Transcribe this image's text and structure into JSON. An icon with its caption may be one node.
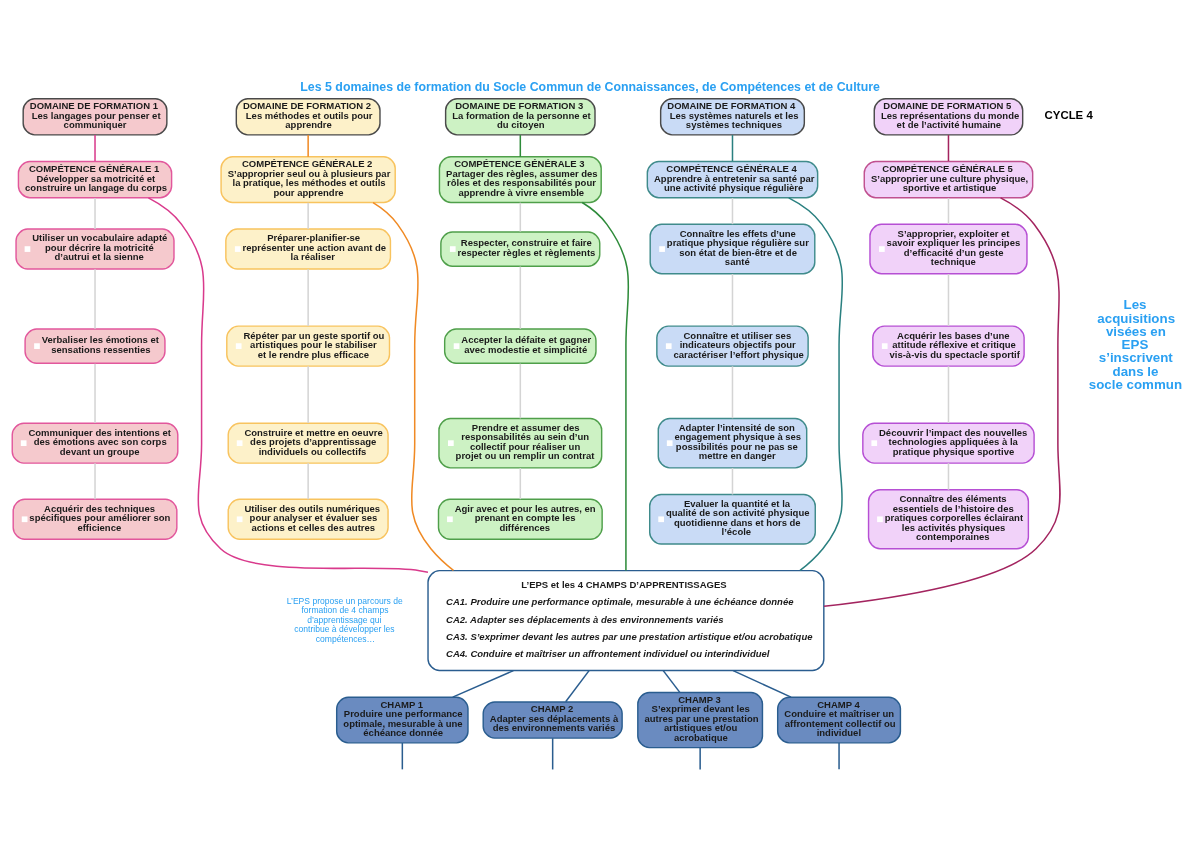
{
  "diagram": {
    "title": "Les 5 domaines de formation du Socle Commun de Connaissances, de Compétences et de Culture",
    "nodes": [
      {
        "text": [
          "DOMAINE DE FORMATION 1",
          "Les langages pour penser et communiquer"
        ]
      },
      {
        "text": [
          "COMPÉTENCE GÉNÉRALE 1",
          "Développer sa motricité et construire un langage du corps"
        ]
      },
      {
        "text": [
          "Utiliser un vocabulaire adapté pour décrire la motricité d’autrui et la sienne"
        ]
      },
      {
        "text": [
          "Verbaliser les émotions et sensations ressenties"
        ]
      },
      {
        "text": [
          "Communiquer des intentions et des émotions avec son corps devant un groupe"
        ]
      },
      {
        "text": [
          "Acquérir des techniques spécifiques pour améliorer son efficience"
        ]
      },
      {
        "text": [
          "DOMAINE DE FORMATION 2",
          "Les méthodes et outils pour apprendre"
        ]
      },
      {
        "text": [
          "COMPÉTENCE GÉNÉRALE 2",
          "S’approprier seul ou à plusieurs par la pratique, les méthodes et outils pour apprendre"
        ]
      },
      {
        "text": [
          "Préparer-planifier-se représenter une action avant de la réaliser"
        ]
      },
      {
        "text": [
          "Répéter par un geste sportif ou artistiques pour le stabiliser et le rendre plus efficace"
        ]
      },
      {
        "text": [
          "Construire et mettre en oeuvre des projets d’apprentissage individuels ou collectifs"
        ]
      },
      {
        "text": [
          "Utiliser des outils numériques pour analyser et évaluer ses actions et celles des autres"
        ]
      },
      {
        "text": [
          "DOMAINE DE FORMATION 3",
          "La formation de la personne et du citoyen"
        ]
      },
      {
        "text": [
          "COMPÉTENCE GÉNÉRALE 3",
          "Partager des règles, assumer des rôles et des responsabilités pour apprendre à vivre ensemble"
        ]
      },
      {
        "text": [
          "Respecter, construire et faire respecter règles et règlements"
        ]
      },
      {
        "text": [
          "Accepter la défaite et gagner avec modestie et simplicité"
        ]
      },
      {
        "text": [
          "Prendre et assumer des responsabilités au sein d’un collectif pour réaliser un projet ou un remplir un contrat"
        ]
      },
      {
        "text": [
          "Agir avec et pour les autres, en prenant en compte les différences"
        ]
      },
      {
        "text": [
          "DOMAINE DE FORMATION 4",
          "Les systèmes naturels et les systèmes techniques"
        ]
      },
      {
        "text": [
          "COMPÉTENCE GÉNÉRALE 4",
          "Apprendre à entretenir sa santé par une activité physique régulière"
        ]
      },
      {
        "text": [
          "Connaître les effets d’une pratique physique régulière sur son état de bien-être et de santé"
        ]
      },
      {
        "text": [
          "Connaître et utiliser ses indicateurs objectifs pour caractériser l’effort physique"
        ]
      },
      {
        "text": [
          "Adapter l’intensité de son engagement physique à ses possibilités pour ne pas se mettre en danger"
        ]
      },
      {
        "text": [
          "Evaluer la quantité et la qualité de son activité physique quotidienne dans et hors de l’école"
        ]
      },
      {
        "text": [
          "DOMAINE DE FORMATION 5",
          "Les représentations du monde et de l’activité humaine"
        ]
      },
      {
        "text": [
          "COMPÉTENCE GÉNÉRALE 5",
          "S’approprier une culture physique, sportive et artistique"
        ]
      },
      {
        "text": [
          "S’approprier, exploiter et savoir expliquer les principes d’efficacité d’un geste technique"
        ]
      },
      {
        "text": [
          "Acquérir les bases d’une attitude réflexive et critique vis-à-vis du spectacle sportif"
        ]
      },
      {
        "text": [
          "Découvrir l’impact des nouvelles technologies appliquées à la pratique physique sportive"
        ]
      },
      {
        "text": [
          "Connaître des éléments essentiels de l’histoire des pratiques corporelles éclairant les activités physiques contemporaines"
        ]
      },
      {
        "text": [
          "L’EPS et les 4 CHAMPS D’APPRENTISSAGES",
          "CA1. Produire une performance optimale, mesurable à une échéance donnée",
          "CA2. Adapter ses déplacements à des environnements variés",
          "CA3. S’exprimer devant les autres par une prestation artistique et/ou acrobatique",
          "CA4. Conduire et maîtriser un affrontement individuel ou interindividuel"
        ]
      },
      {
        "text": [
          "CHAMP 1",
          "Produire une performance optimale, mesurable à une échéance donnée"
        ]
      },
      {
        "text": [
          "CHAMP 2",
          "Adapter ses déplacements à des environnements variés"
        ]
      },
      {
        "text": [
          "CHAMP 3",
          "S’exprimer devant les autres par une prestation artistiques et/ou acrobatique"
        ]
      },
      {
        "text": [
          "CHAMP 4",
          "Conduire et maîtriser un affrontement collectif ou individuel"
        ]
      }
    ],
    "edges": [
      {
        "from": 0,
        "to": 1,
        "arrow": "none",
        "color": "#d93a8c"
      },
      {
        "from": 1,
        "to": 2,
        "arrow": "none",
        "color": "#d4d4d4"
      },
      {
        "from": 2,
        "to": 3,
        "arrow": "none",
        "color": "#d4d4d4"
      },
      {
        "from": 3,
        "to": 4,
        "arrow": "none",
        "color": "#d4d4d4"
      },
      {
        "from": 4,
        "to": 5,
        "arrow": "none",
        "color": "#d4d4d4"
      },
      {
        "from": 1,
        "to": 30,
        "arrow": "none",
        "color": "#d93a8c"
      },
      {
        "from": 6,
        "to": 7,
        "arrow": "none",
        "color": "#f08a24"
      },
      {
        "from": 7,
        "to": 8,
        "arrow": "none",
        "color": "#d4d4d4"
      },
      {
        "from": 8,
        "to": 9,
        "arrow": "none",
        "color": "#d4d4d4"
      },
      {
        "from": 9,
        "to": 10,
        "arrow": "none",
        "color": "#d4d4d4"
      },
      {
        "from": 10,
        "to": 11,
        "arrow": "none",
        "color": "#d4d4d4"
      },
      {
        "from": 7,
        "to": 30,
        "arrow": "none",
        "color": "#f08a24"
      },
      {
        "from": 12,
        "to": 13,
        "arrow": "none",
        "color": "#2e8b3a"
      },
      {
        "from": 13,
        "to": 14,
        "arrow": "none",
        "color": "#d4d4d4"
      },
      {
        "from": 14,
        "to": 15,
        "arrow": "none",
        "color": "#d4d4d4"
      },
      {
        "from": 15,
        "to": 16,
        "arrow": "none",
        "color": "#d4d4d4"
      },
      {
        "from": 16,
        "to": 17,
        "arrow": "none",
        "color": "#d4d4d4"
      },
      {
        "from": 13,
        "to": 30,
        "arrow": "none",
        "color": "#2e8b3a"
      },
      {
        "from": 18,
        "to": 19,
        "arrow": "none",
        "color": "#2a8080"
      },
      {
        "from": 19,
        "to": 20,
        "arrow": "none",
        "color": "#d4d4d4"
      },
      {
        "from": 20,
        "to": 21,
        "arrow": "none",
        "color": "#d4d4d4"
      },
      {
        "from": 21,
        "to": 22,
        "arrow": "none",
        "color": "#d4d4d4"
      },
      {
        "from": 22,
        "to": 23,
        "arrow": "none",
        "color": "#d4d4d4"
      },
      {
        "from": 19,
        "to": 30,
        "arrow": "none",
        "color": "#2a8080"
      },
      {
        "from": 24,
        "to": 25,
        "arrow": "none",
        "color": "#a3245f"
      },
      {
        "from": 25,
        "to": 26,
        "arrow": "none",
        "color": "#d4d4d4"
      },
      {
        "from": 26,
        "to": 27,
        "arrow": "none",
        "color": "#d4d4d4"
      },
      {
        "from": 27,
        "to": 28,
        "arrow": "none",
        "color": "#d4d4d4"
      },
      {
        "from": 28,
        "to": 29,
        "arrow": "none",
        "color": "#d4d4d4"
      },
      {
        "from": 25,
        "to": 30,
        "arrow": "none",
        "color": "#a3245f"
      },
      {
        "from": 30,
        "to": 31,
        "arrow": "none",
        "color": "#2a5d8f"
      },
      {
        "from": 30,
        "to": 32,
        "arrow": "none",
        "color": "#2a5d8f"
      },
      {
        "from": 30,
        "to": 33,
        "arrow": "none",
        "color": "#2a5d8f"
      },
      {
        "from": 30,
        "to": 34,
        "arrow": "none",
        "color": "#2a5d8f"
      },
      {
        "from": 31,
        "to": null,
        "arrow": "none",
        "color": "#2a5d8f"
      },
      {
        "from": 32,
        "to": null,
        "arrow": "none",
        "color": "#2a5d8f"
      },
      {
        "from": 33,
        "to": null,
        "arrow": "none",
        "color": "#2a5d8f"
      },
      {
        "from": 34,
        "to": null,
        "arrow": "none",
        "color": "#2a5d8f"
      }
    ],
    "labels": [
      "CYCLE 4",
      "Les acquisitions visées en EPS s’inscrivent dans le socle commun",
      "L’EPS propose un parcours de formation de 4 champs d’apprentissage qui contribue à développer les compétences…"
    ]
  }
}
